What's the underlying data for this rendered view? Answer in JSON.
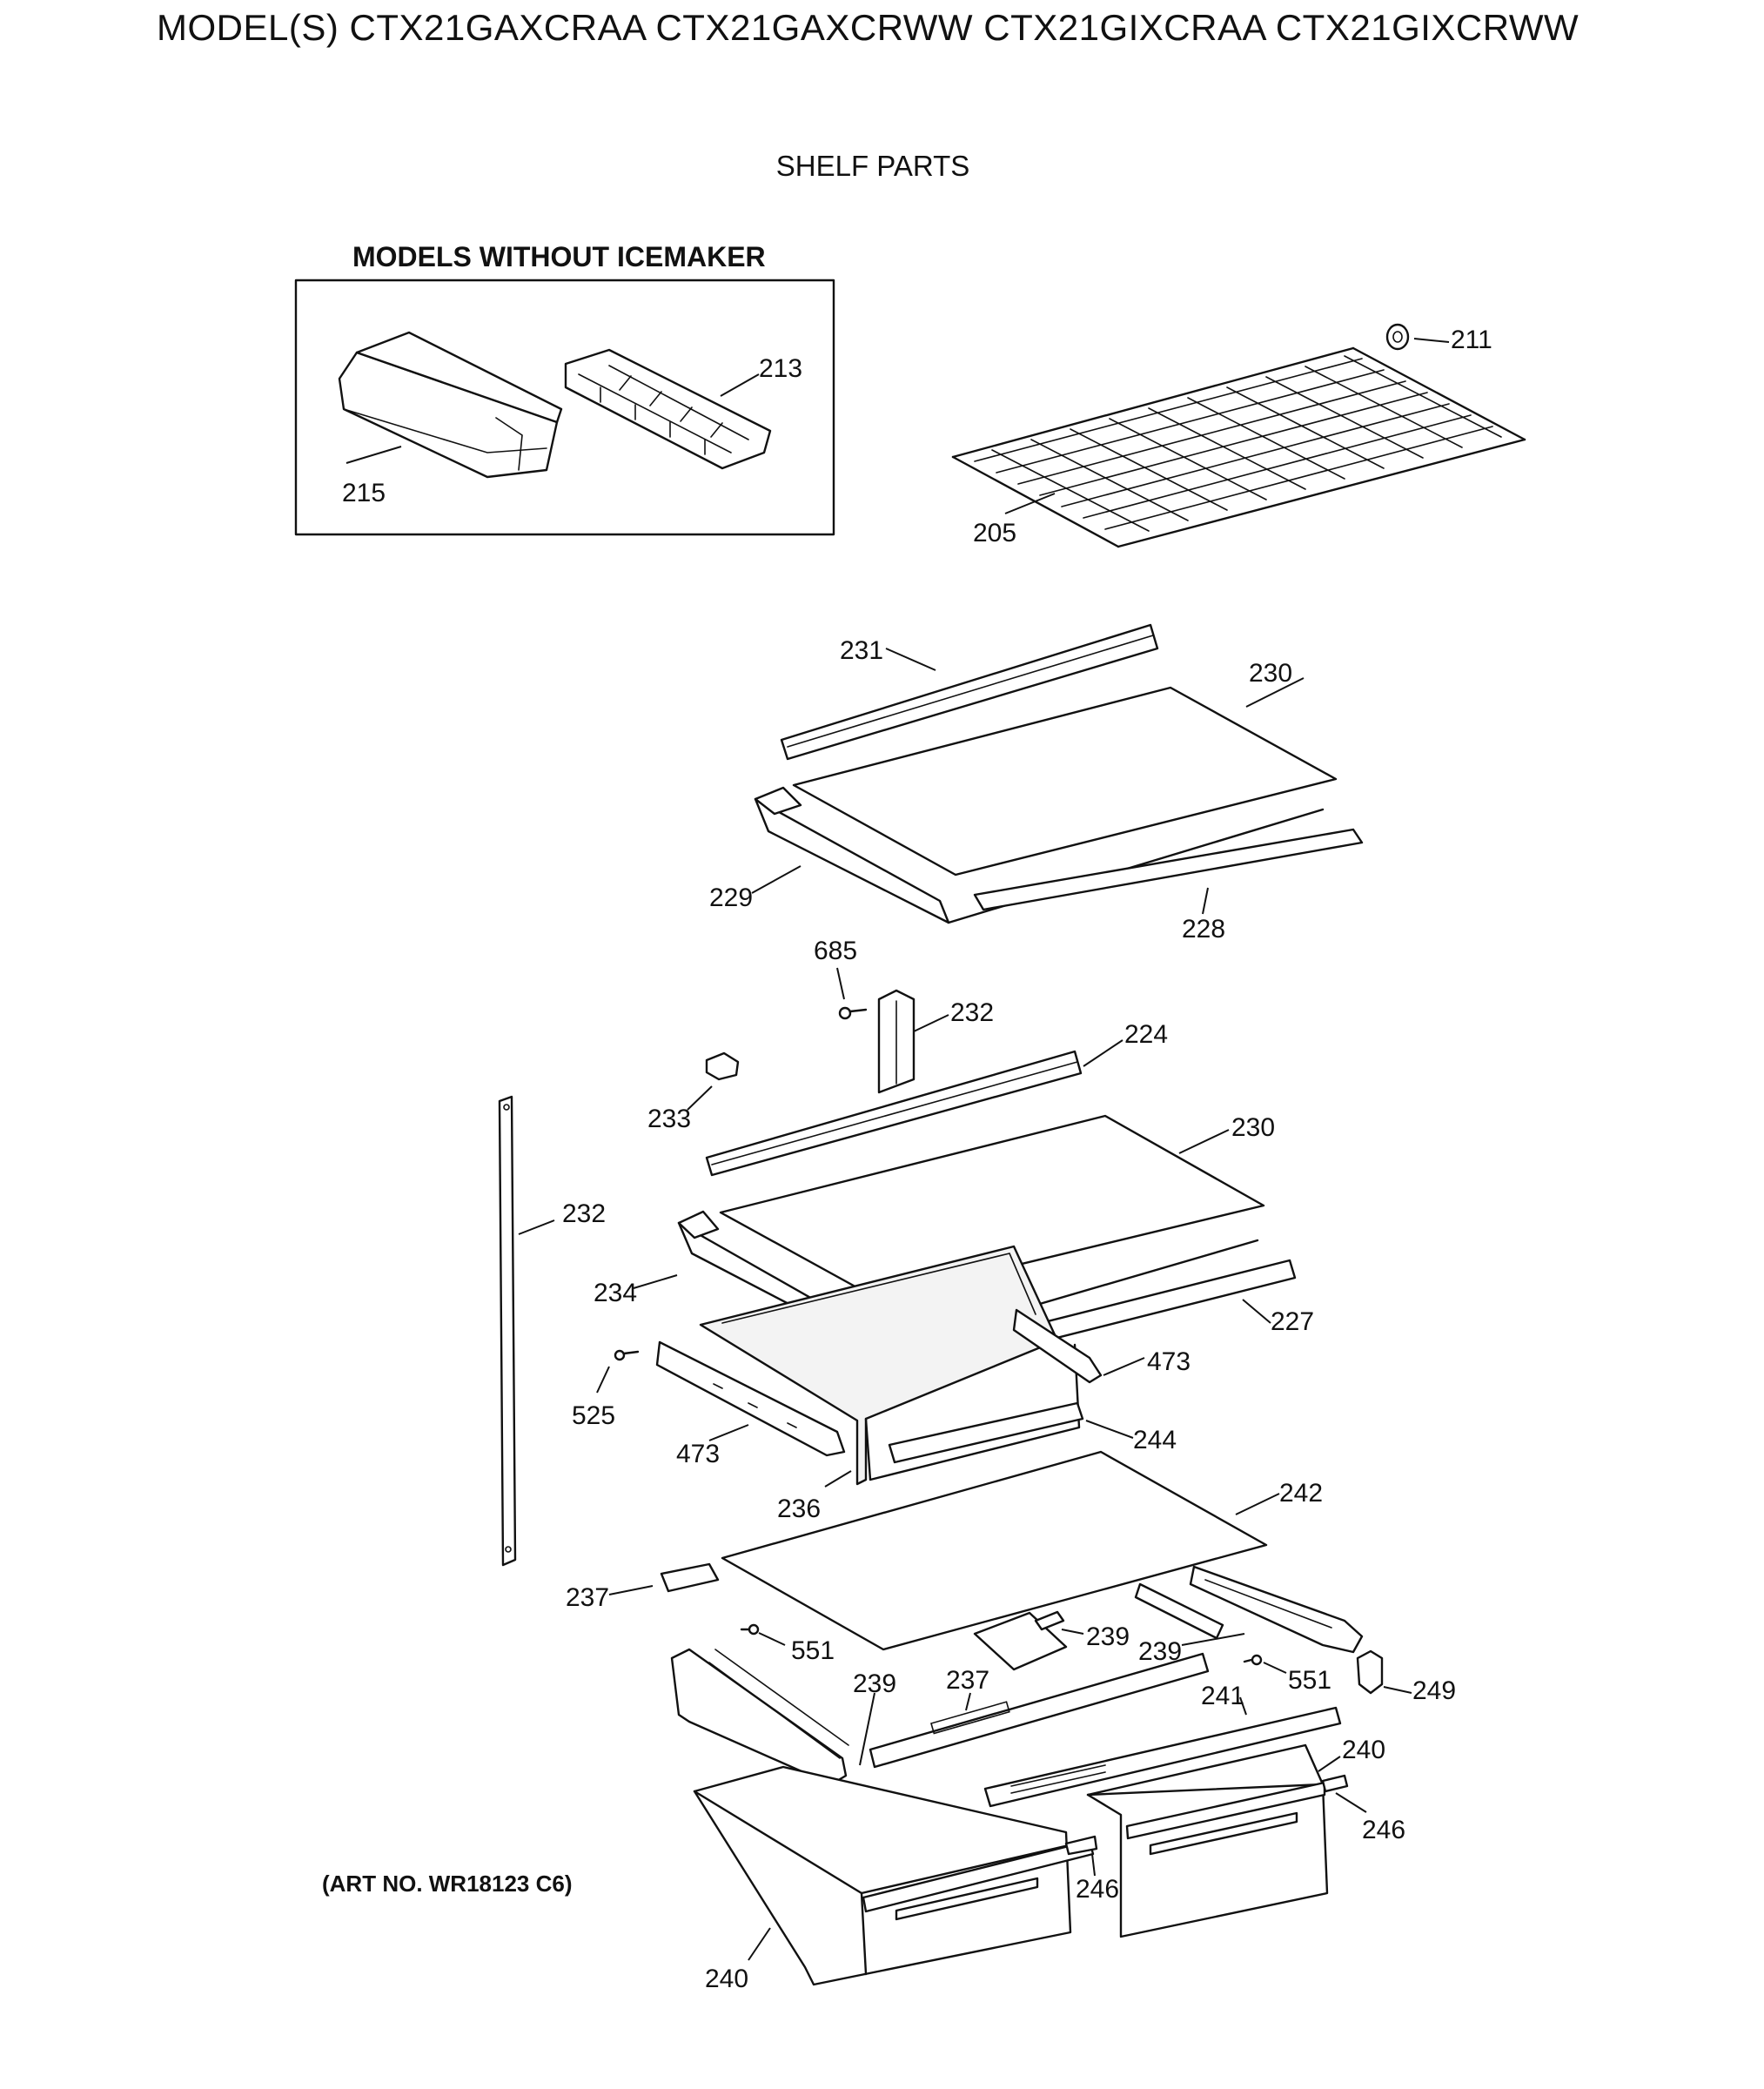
{
  "header": {
    "models": "MODEL(S) CTX21GAXCRAA  CTX21GAXCRWW  CTX21GIXCRAA  CTX21GIXCRWW",
    "section": "SHELF PARTS"
  },
  "inset": {
    "title": "MODELS WITHOUT ICEMAKER"
  },
  "art_number": "(ART NO. WR18123 C6)",
  "callouts": {
    "c211": "211",
    "c213": "213",
    "c215": "215",
    "c205": "205",
    "c231": "231",
    "c230a": "230",
    "c229": "229",
    "c228": "228",
    "c685": "685",
    "c232a": "232",
    "c224": "224",
    "c233": "233",
    "c230b": "230",
    "c232b": "232",
    "c234": "234",
    "c227": "227",
    "c473a": "473",
    "c525": "525",
    "c473b": "473",
    "c244": "244",
    "c236": "236",
    "c242": "242",
    "c237a": "237",
    "c551a": "551",
    "c239a": "239",
    "c239b": "239",
    "c551b": "551",
    "c249": "249",
    "c239c": "239",
    "c237b": "237",
    "c241": "241",
    "c240a": "240",
    "c246a": "246",
    "c246b": "246",
    "c240b": "240"
  }
}
